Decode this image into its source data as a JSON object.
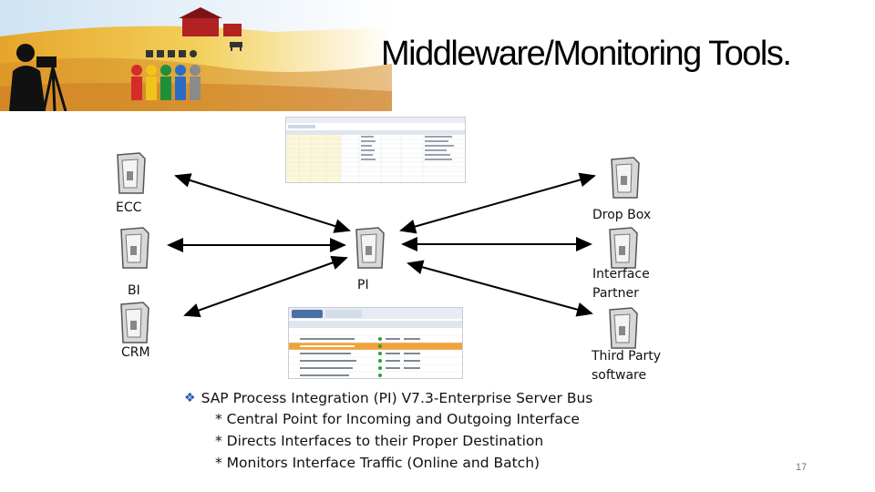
{
  "slide": {
    "title": "Middleware/Monitoring Tools.",
    "page_number": "17"
  },
  "nodes": {
    "ecc": "ECC",
    "bi": "BI",
    "crm": "CRM",
    "pi": "PI",
    "drop_box": "Drop Box",
    "interface_partner_line1": "Interface",
    "interface_partner_line2": "Partner",
    "third_party_line1": "Third Party",
    "third_party_line2": "software"
  },
  "bullets": {
    "main": "SAP Process Integration (PI) V7.3-Enterprise Server Bus",
    "items": [
      "* Central Point for Incoming and Outgoing Interface",
      "* Directs Interfaces to their Proper Destination",
      "* Monitors Interface Traffic (Online and Batch)"
    ]
  },
  "colors": {
    "arrow": "#000000",
    "server_body": "#dcdcdc",
    "bullet_accent": "#2b5ea8"
  }
}
